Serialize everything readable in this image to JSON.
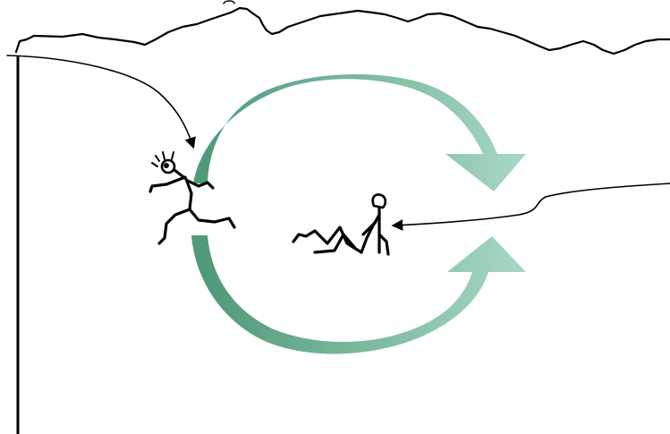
{
  "diagram": {
    "elements": [
      {
        "id": "mountain-ridge",
        "kind": "freehand-outline",
        "icon": "mountain-ridge-icon"
      },
      {
        "id": "left-boundary-line",
        "kind": "vertical-line"
      },
      {
        "id": "cycle-upper-arrow",
        "kind": "curved-arrow",
        "direction": "clockwise"
      },
      {
        "id": "cycle-lower-arrow",
        "kind": "curved-arrow",
        "direction": "counter-clockwise"
      },
      {
        "id": "running-figure",
        "kind": "stick-figure",
        "pose": "running",
        "icon": "running-person-icon"
      },
      {
        "id": "resting-figure",
        "kind": "stick-figure",
        "pose": "reclining",
        "icon": "resting-person-icon"
      },
      {
        "id": "arrow-to-running-figure",
        "kind": "thin-arrow",
        "from": "left-boundary-line",
        "to": "running-figure"
      },
      {
        "id": "arrow-to-resting-figure",
        "kind": "thin-arrow",
        "from": "right-edge",
        "to": "resting-figure"
      }
    ]
  },
  "colors": {
    "background": "#ffffff",
    "ink": "#000000",
    "cycle_green_dark": "#4f9a78",
    "cycle_green_light": "#a9d8c4"
  }
}
